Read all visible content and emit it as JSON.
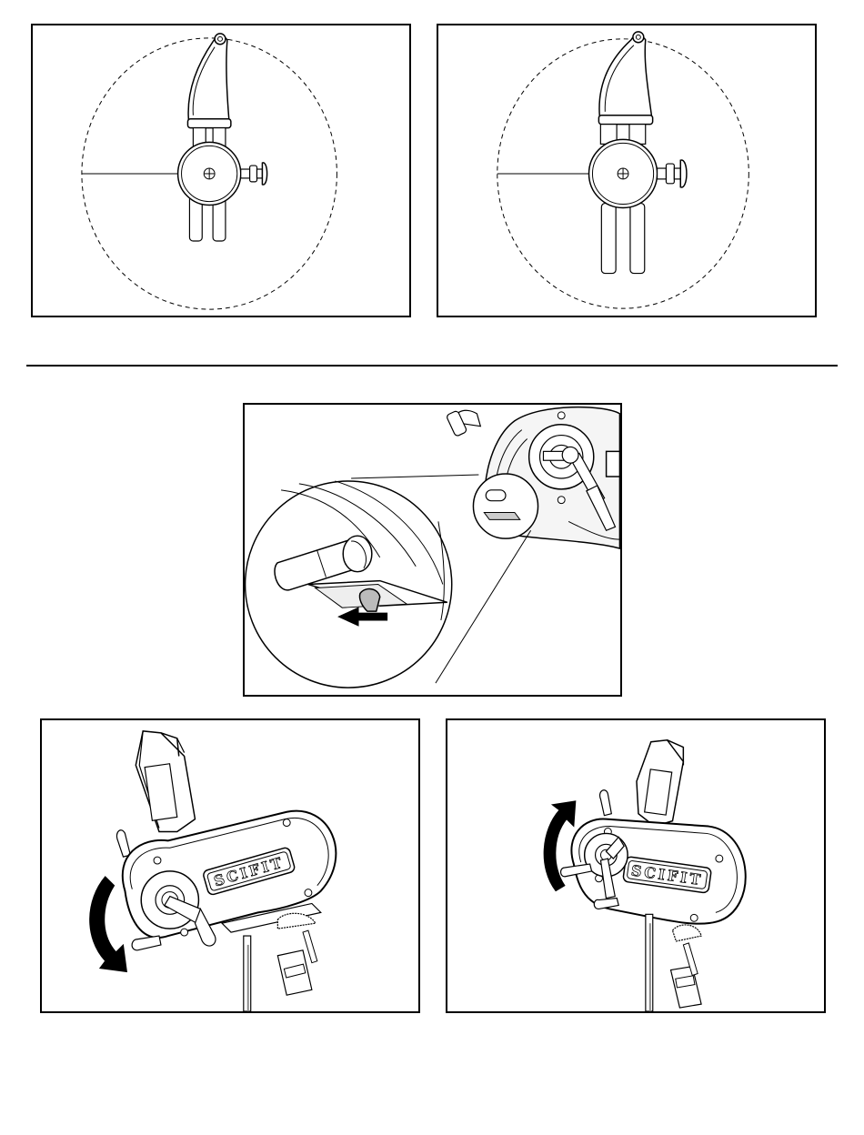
{
  "figures": {
    "crank_short": {
      "panel": "crank-short"
    },
    "crank_long": {
      "panel": "crank-long"
    },
    "release": {
      "panel": "release"
    },
    "tilt_down": {
      "brand_label": "SCIFIT",
      "arrow_direction": "down"
    },
    "tilt_up": {
      "brand_label": "SCIFIT",
      "arrow_direction": "up"
    }
  },
  "colors": {
    "line": "#000000",
    "background": "#ffffff",
    "fill_light": "#f2f2f2",
    "fill_mid": "#cccccc"
  }
}
